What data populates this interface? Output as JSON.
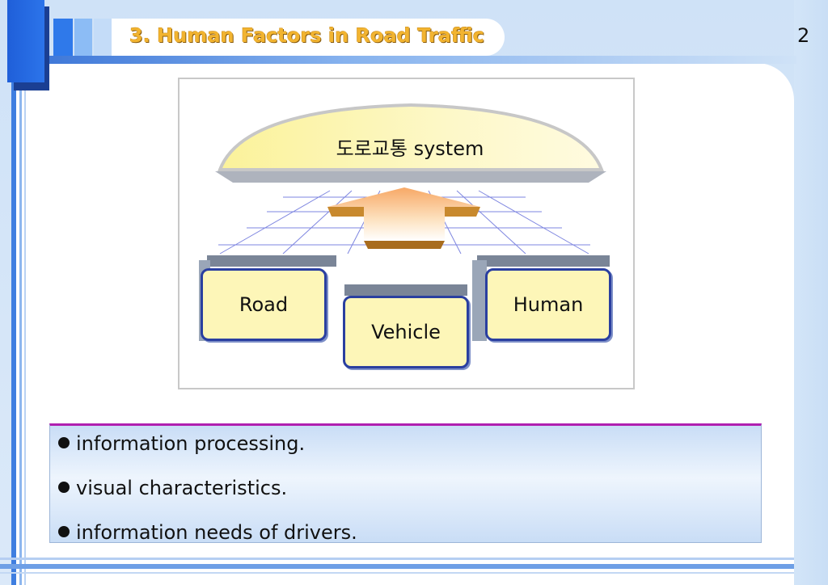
{
  "header": {
    "title": "3. Human Factors in Road Traffic",
    "page_number": "2"
  },
  "diagram": {
    "system_label": "도로교통 system",
    "boxes": [
      "Road",
      "Vehicle",
      "Human"
    ]
  },
  "bullets": [
    "information processing.",
    "visual characteristics.",
    "information needs of drivers."
  ],
  "colors": {
    "title_text": "#f2b430",
    "bullet_border_top": "#b01fb0",
    "box_fill": "#fdf6b8",
    "box_border": "#2a3fa0",
    "accent_blue": "#2c74ea"
  }
}
